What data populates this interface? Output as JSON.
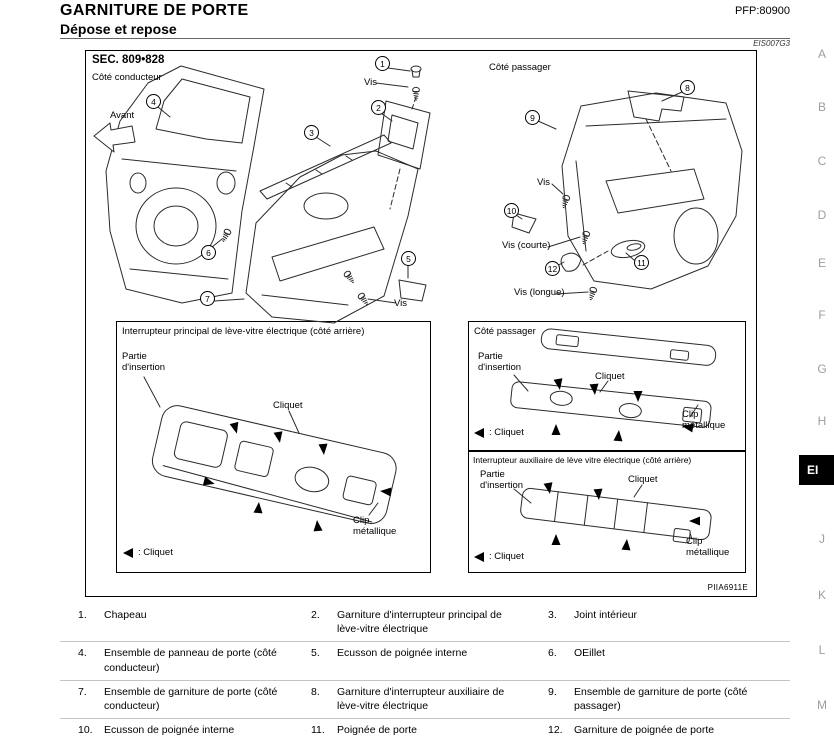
{
  "header": {
    "title": "GARNITURE DE PORTE",
    "pfp": "PFP:80900",
    "subtitle": "Dépose et repose",
    "doc_code": "EIS007G3"
  },
  "margin": {
    "letters": [
      "A",
      "B",
      "C",
      "D",
      "E",
      "F",
      "G",
      "H",
      "J",
      "K",
      "L",
      "M"
    ],
    "active": "EI"
  },
  "figure": {
    "sec_label": "SEC. 809•828",
    "cote_conducteur": "Côté conducteur",
    "cote_passager": "Côté passager",
    "avant": "Avant",
    "vis": "Vis",
    "vis_courte": "Vis (courte)",
    "vis_longue": "Vis (longue)",
    "figure_code": "PIIA6911E",
    "callouts": [
      "1",
      "2",
      "3",
      "4",
      "5",
      "6",
      "7",
      "8",
      "9",
      "10",
      "11",
      "12"
    ],
    "insets": {
      "left": {
        "title": "Interrupteur principal de lève-vitre électrique (côté arrière)",
        "partie_insertion": "Partie\nd'insertion",
        "cliquet": "Cliquet",
        "clip_metallique": "Clip\nmétallique",
        "legend": ": Cliquet"
      },
      "right_top": {
        "title": "Côté passager",
        "partie_insertion": "Partie\nd'insertion",
        "cliquet": "Cliquet",
        "clip_metallique": "Clip\nmétallique",
        "legend": ": Cliquet"
      },
      "right_bottom": {
        "title": "Interrupteur auxiliaire de lève vitre électrique (côté arrière)",
        "partie_insertion": "Partie\nd'insertion",
        "cliquet": "Cliquet",
        "clip_metallique": "Clip\nmétallique",
        "legend": ": Cliquet"
      }
    }
  },
  "legend": {
    "items": [
      {
        "num": "1.",
        "label": "Chapeau"
      },
      {
        "num": "2.",
        "label": "Garniture d'interrupteur principal de lève-vitre électrique"
      },
      {
        "num": "3.",
        "label": "Joint intérieur"
      },
      {
        "num": "4.",
        "label": "Ensemble de panneau de porte (côté conducteur)"
      },
      {
        "num": "5.",
        "label": "Ecusson de poignée interne"
      },
      {
        "num": "6.",
        "label": "OEillet"
      },
      {
        "num": "7.",
        "label": "Ensemble de garniture de porte (côté conducteur)"
      },
      {
        "num": "8.",
        "label": "Garniture d'interrupteur auxiliaire de lève-vitre électrique"
      },
      {
        "num": "9.",
        "label": "Ensemble de garniture de porte (côté passager)"
      },
      {
        "num": "10.",
        "label": "Ecusson de poignée interne"
      },
      {
        "num": "11.",
        "label": "Poignée de porte"
      },
      {
        "num": "12.",
        "label": "Garniture de poignée de porte"
      }
    ]
  }
}
